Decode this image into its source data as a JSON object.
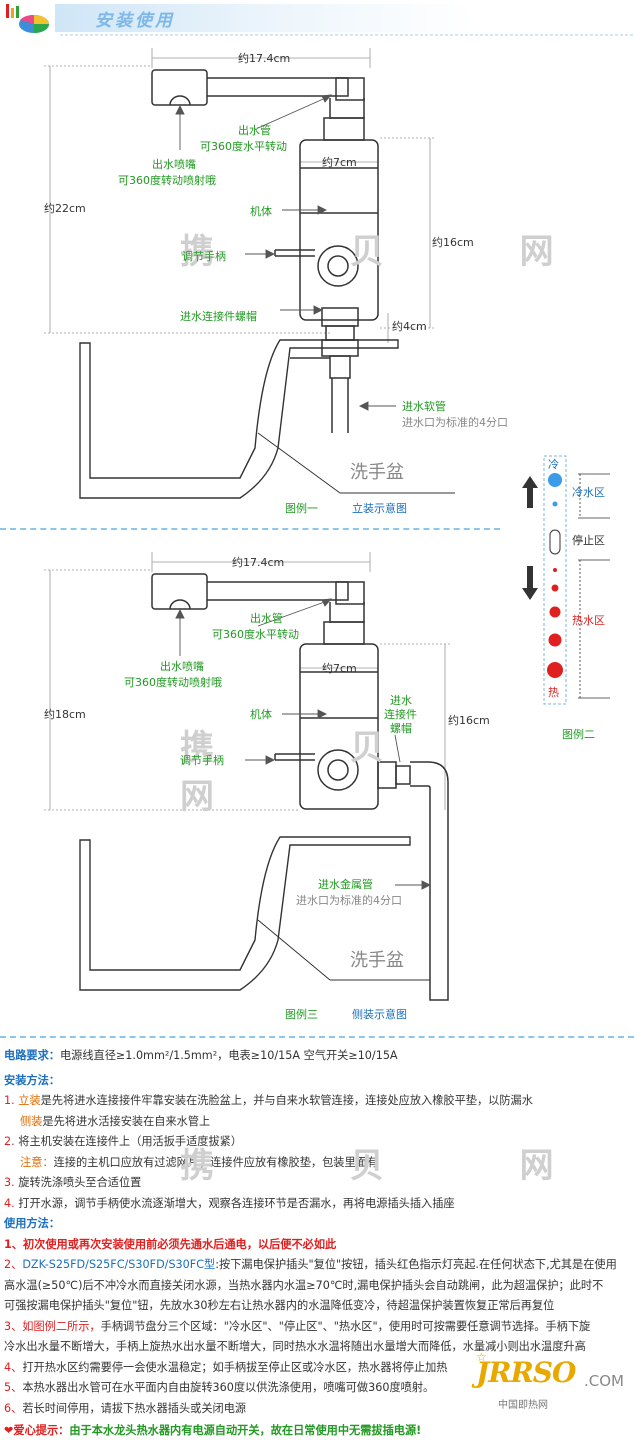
{
  "header": {
    "title": "安装使用"
  },
  "fig1": {
    "dim_width": "约17.4cm",
    "dim_height": "约22cm",
    "dim_body_width": "约7cm",
    "dim_body_height": "约16cm",
    "dim_connector": "约4cm",
    "label_outlet_pipe": "出水管",
    "label_outlet_pipe_sub": "可360度水平转动",
    "label_nozzle": "出水喷嘴",
    "label_nozzle_sub": "可360度转动喷射哦",
    "label_body": "机体",
    "label_handle": "调节手柄",
    "label_inlet_nut": "进水连接件螺帽",
    "label_hose": "进水软管",
    "label_hose_sub": "进水口为标准的4分口",
    "label_basin": "洗手盆",
    "caption_no": "图例一",
    "caption": "立装示意图",
    "watermark": "携 贝 网"
  },
  "fig2": {
    "label_cold": "冷",
    "label_cold_zone": "冷水区",
    "label_stop_zone": "停止区",
    "label_hot_zone": "热水区",
    "label_hot": "热",
    "caption": "图例二"
  },
  "fig3": {
    "dim_width": "约17.4cm",
    "dim_height": "约18cm",
    "dim_body_width": "约7cm",
    "dim_body_height": "约16cm",
    "label_outlet_pipe": "出水管",
    "label_outlet_pipe_sub": "可360度水平转动",
    "label_nozzle": "出水喷嘴",
    "label_nozzle_sub": "可360度转动喷射哦",
    "label_body": "机体",
    "label_inlet_1": "进水",
    "label_inlet_2": "连接件",
    "label_inlet_3": "螺帽",
    "label_handle": "调节手柄",
    "label_metal_pipe": "进水金属管",
    "label_metal_pipe_sub": "进水口为标准的4分口",
    "label_basin": "洗手盆",
    "caption_no": "图例三",
    "caption": "侧装示意图",
    "watermark": "携 贝 网"
  },
  "text": {
    "circuit_head": "电路要求：",
    "circuit_body": "电源线直径≥1.0mm²/1.5mm²，电表≥10/15A  空气开关≥10/15A",
    "install_head": "安装方法：",
    "i1_num": "1.",
    "i1_key": "立装",
    "i1_body": "是先将进水连接接件牢靠安装在洗脸盆上，并与自来水软管连接，连接处应放入橡胶平垫，以防漏水",
    "i1b_key": "侧装",
    "i1b_body": "是先将进水活接安装在自来水管上",
    "i2_num": "2.",
    "i2_body": "将主机安装在连接件上（用活扳手适度拔紧）",
    "i2b_key": "注意：",
    "i2b_body": "连接的主机口应放有过滤网片；连接件应放有橡胶垫，包装里面有",
    "i3_num": "3.",
    "i3_body": "旋转洗涤喷头至合适位置",
    "i4_num": "4.",
    "i4_body": "打开水源，调节手柄使水流逐渐增大，观察各连接环节是否漏水，再将电源插头插入插座",
    "use_head": "使用方法：",
    "u1": "1、初次使用或再次安装使用前必须先通水后通电，以后便不必如此",
    "u2_num": "2、",
    "u2_model": "DZK-S25FD/S25FC/S30FD/S30FC型",
    "u2_l1": ":按下漏电保护插头\"复位\"按钮，插头红色指示灯亮起.在任何状态下,尤其是在使用",
    "u2_l2": "高水温(≥50℃)后不冲冷水而直接关闭水源，当热水器内水温≥70℃时,漏电保护插头会自动跳闸，此为超温保护；此时不",
    "u2_l3": "可强按漏电保护插头\"复位\"钮，先放水30秒左右让热水器内的水温降低变冷，待超温保护装置恢复正常后再复位",
    "u3_num": "3、如图例二所示，",
    "u3_l1": "手柄调节盘分三个区域：\"冷水区\"、\"停止区\"、\"热水区\"，使用时可按需要任意调节选择。手柄下旋",
    "u3_l2": "冷水出水量不断增大，手柄上旋热水出水量不断增大，同时热水水温将随出水量增大而降低，水量减小则出水温度升高",
    "u4_num": "4、",
    "u4_body": "打开热水区约需要停一会使水温稳定；如手柄拔至停止区或冷水区，热水器将停止加热",
    "u5_num": "5、",
    "u5_body": "本热水器出水管可在水平面内自由旋转360度以供洗涤使用，喷嘴可做360度喷射。",
    "u6_num": "6、",
    "u6_body": "若长时间停用，请拔下热水器插头或关闭电源",
    "love_head": "爱心提示：",
    "love_body": "由于本水龙头热水器内有电源自动开关，故在日常使用中无需拔插电源!",
    "watermark": "携 贝 网"
  },
  "logo": {
    "main": "JRRSO",
    "com": ".COM",
    "sub": "中国即热网"
  }
}
